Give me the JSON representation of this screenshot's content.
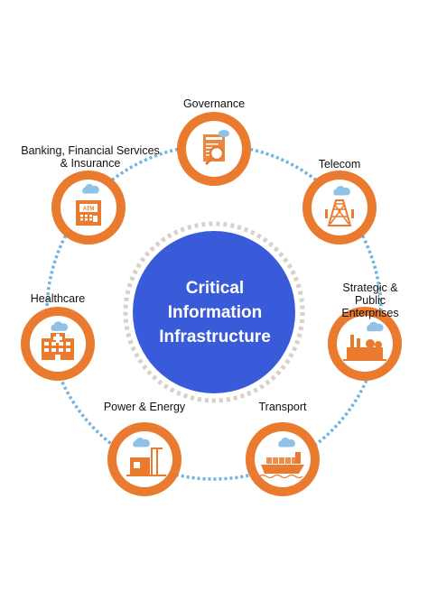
{
  "colors": {
    "ring": "#6fb4df",
    "inner_ring": "#d6d2c8",
    "center": "#3a5bd9",
    "node_outer": "#ea7a2e",
    "node_inner": "#ffffff",
    "icon": "#ea7a2e",
    "icon_cloud": "#8fc2e6",
    "text": "#111111"
  },
  "center": {
    "title": "Critical\nInformation\nInfrastructure"
  },
  "nodes": [
    {
      "label": "Governance",
      "icon": "document-search-icon"
    },
    {
      "label": "Telecom",
      "icon": "cell-tower-icon"
    },
    {
      "label": "Strategic  & Public\nEnterprises",
      "icon": "industrial-plant-icon"
    },
    {
      "label": "Transport",
      "icon": "cargo-ship-icon"
    },
    {
      "label": "Power & Energy",
      "icon": "power-plant-icon"
    },
    {
      "label": "Healthcare",
      "icon": "hospital-icon"
    },
    {
      "label": "Banking, Financial Services\n& Insurance",
      "icon": "atm-icon"
    }
  ]
}
